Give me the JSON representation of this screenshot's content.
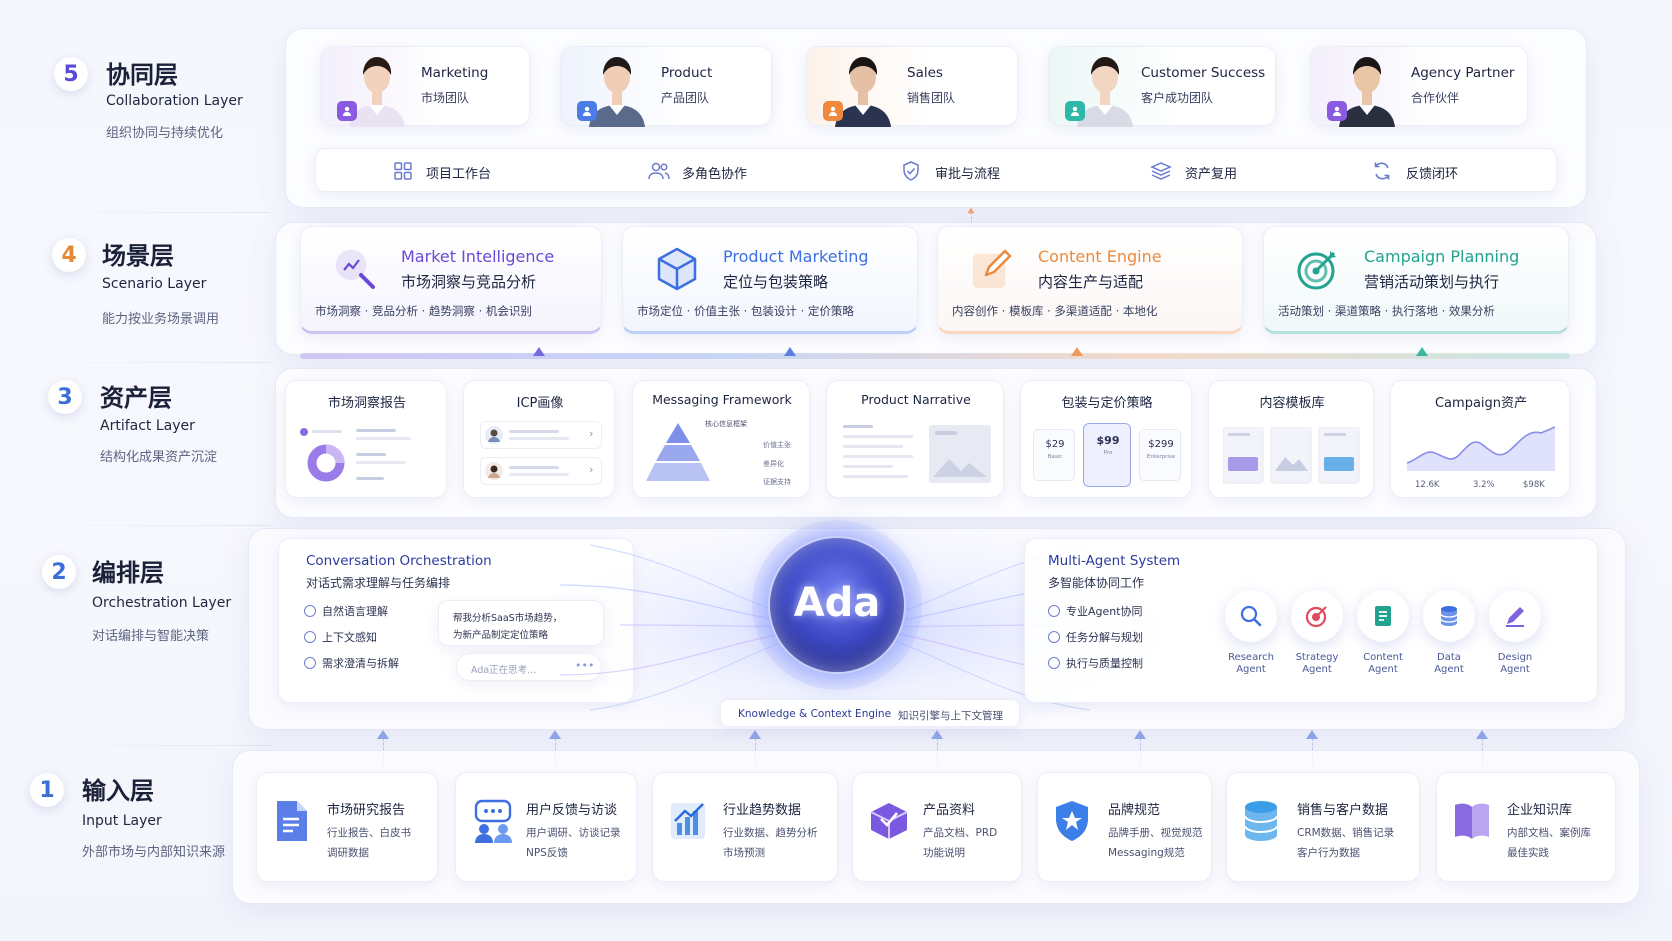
{
  "layers": [
    {
      "num": "5",
      "title": "协同层",
      "en": "Collaboration Layer",
      "desc": "组织协同与持续优化",
      "color": "#5a4ad6"
    },
    {
      "num": "4",
      "title": "场景层",
      "en": "Scenario Layer",
      "desc": "能力按业务场景调用",
      "color": "#e68a3a"
    },
    {
      "num": "3",
      "title": "资产层",
      "en": "Artifact Layer",
      "desc": "结构化成果资产沉淀",
      "color": "#3a6fd8"
    },
    {
      "num": "2",
      "title": "编排层",
      "en": "Orchestration Layer",
      "desc": "对话编排与智能决策",
      "color": "#3a6fd8"
    },
    {
      "num": "1",
      "title": "输入层",
      "en": "Input Layer",
      "desc": "外部市场与内部知识来源",
      "color": "#3a6fd8"
    }
  ],
  "teams": [
    {
      "en": "Marketing",
      "zh": "市场团队",
      "color": "#8a5be0",
      "tint": "#f3effc"
    },
    {
      "en": "Product",
      "zh": "产品团队",
      "color": "#4a7ee6",
      "tint": "#eef3fd"
    },
    {
      "en": "Sales",
      "zh": "销售团队",
      "color": "#f0883e",
      "tint": "#fdf2ea"
    },
    {
      "en": "Customer Success",
      "zh": "客户成功团队",
      "color": "#2fb8a8",
      "tint": "#ebf7f6"
    },
    {
      "en": "Agency Partner",
      "zh": "合作伙伴",
      "color": "#8a5be0",
      "tint": "#f3effc"
    }
  ],
  "collab_tools": [
    {
      "label": "项目工作台",
      "icon": "grid-icon"
    },
    {
      "label": "多角色协作",
      "icon": "users-icon"
    },
    {
      "label": "审批与流程",
      "icon": "shield-check-icon"
    },
    {
      "label": "资产复用",
      "icon": "layers-icon"
    },
    {
      "label": "反馈闭环",
      "icon": "refresh-icon"
    }
  ],
  "scenarios": [
    {
      "en": "Market Intelligence",
      "zh": "市场洞察与竞品分析",
      "tags": "市场洞察 · 竞品分析 · 趋势洞察 · 机会识别",
      "color": "#6a48d8",
      "icon": "magnify-chart-icon"
    },
    {
      "en": "Product Marketing",
      "zh": "定位与包装策略",
      "tags": "市场定位 · 价值主张 · 包装设计 · 定价策略",
      "color": "#3d6fe0",
      "icon": "cube-icon"
    },
    {
      "en": "Content Engine",
      "zh": "内容生产与适配",
      "tags": "内容创作 · 模板库 · 多渠道适配 · 本地化",
      "color": "#ec8a3c",
      "icon": "edit-icon"
    },
    {
      "en": "Campaign Planning",
      "zh": "营销活动策划与执行",
      "tags": "活动策划 · 渠道策略 · 执行落地 · 效果分析",
      "color": "#23a38f",
      "icon": "target-icon"
    }
  ],
  "artifacts": [
    {
      "title": "市场洞察报告"
    },
    {
      "title": "ICP画像"
    },
    {
      "title": "Messaging Framework",
      "pyramid_top": "核心信息框架",
      "pyramid_labels": [
        "价值主张",
        "差异化",
        "证据支持"
      ]
    },
    {
      "title": "Product Narrative"
    },
    {
      "title": "包装与定价策略",
      "prices": [
        {
          "p": "$29",
          "n": "Basic"
        },
        {
          "p": "$99",
          "n": "Pro"
        },
        {
          "p": "$299",
          "n": "Enterprise"
        }
      ]
    },
    {
      "title": "内容模板库"
    },
    {
      "title": "Campaign资产",
      "stats": [
        "12.6K",
        "3.2%",
        "$98K"
      ]
    }
  ],
  "orchestration": {
    "left_title": "Conversation Orchestration",
    "left_sub": "对话式需求理解与任务编排",
    "left_checks": [
      "自然语言理解",
      "上下文感知",
      "需求澄清与拆解"
    ],
    "chat_text_1": "帮我分析SaaS市场趋势，",
    "chat_text_2": "为新产品制定定位策略",
    "input_placeholder": "Ada正在思考...",
    "input_dots": "•••",
    "core": "Ada",
    "right_title": "Multi-Agent System",
    "right_sub": "多智能体协同工作",
    "right_checks": [
      "专业Agent协同",
      "任务分解与规划",
      "执行与质量控制"
    ],
    "agents": [
      {
        "l1": "Research",
        "l2": "Agent",
        "icon": "research-icon",
        "color": "#3d6fe0"
      },
      {
        "l1": "Strategy",
        "l2": "Agent",
        "icon": "strategy-icon",
        "color": "#e04a5a"
      },
      {
        "l1": "Content",
        "l2": "Agent",
        "icon": "doc-icon",
        "color": "#23a38f"
      },
      {
        "l1": "Data",
        "l2": "Agent",
        "icon": "database-icon",
        "color": "#3d6fe0"
      },
      {
        "l1": "Design",
        "l2": "Agent",
        "icon": "pen-icon",
        "color": "#6a48d8"
      }
    ],
    "engine_en": "Knowledge & Context Engine",
    "engine_zh": "知识引擎与上下文管理"
  },
  "inputs": [
    {
      "title": "市场研究报告",
      "l1": "行业报告、白皮书",
      "l2": "调研数据",
      "icon": "document-icon",
      "color": "#5b7fe8"
    },
    {
      "title": "用户反馈与访谈",
      "l1": "用户调研、访谈记录",
      "l2": "NPS反馈",
      "icon": "chat-users-icon",
      "color": "#3d6fe0"
    },
    {
      "title": "行业趋势数据",
      "l1": "行业数据、趋势分析",
      "l2": "市场预测",
      "icon": "bar-chart-icon",
      "color": "#4a8ee8"
    },
    {
      "title": "产品资料",
      "l1": "产品文档、PRD",
      "l2": "功能说明",
      "icon": "box-icon",
      "color": "#7a58e0"
    },
    {
      "title": "品牌规范",
      "l1": "品牌手册、视觉规范",
      "l2": "Messaging规范",
      "icon": "shield-star-icon",
      "color": "#3d7fe8"
    },
    {
      "title": "销售与客户数据",
      "l1": "CRM数据、销售记录",
      "l2": "客户行为数据",
      "icon": "database-icon",
      "color": "#3d9ee8"
    },
    {
      "title": "企业知识库",
      "l1": "内部文档、案例库",
      "l2": "最佳实践",
      "icon": "book-icon",
      "color": "#8a6ae0"
    }
  ]
}
